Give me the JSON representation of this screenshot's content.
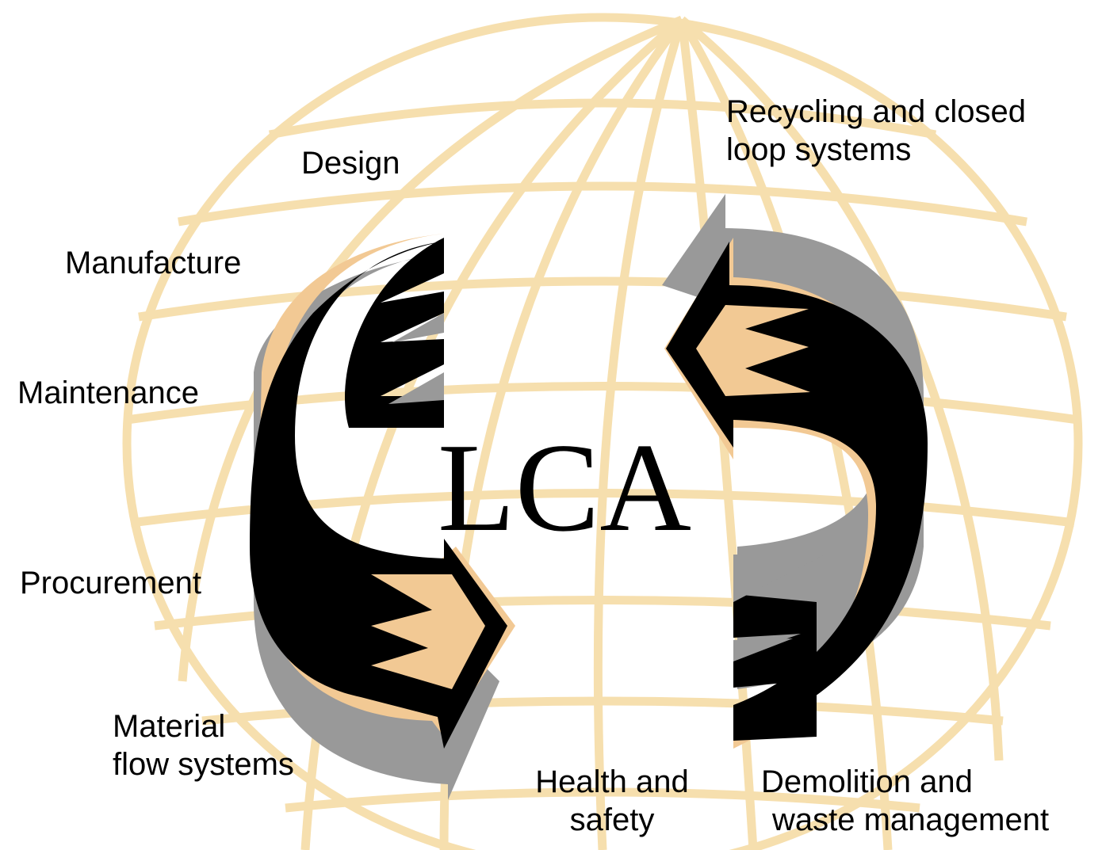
{
  "diagram": {
    "center_label": "LCA",
    "labels": {
      "design": "Design",
      "manufacture": "Manufacture",
      "maintenance": "Maintenance",
      "procurement": "Procurement",
      "material_1": "Material",
      "material_2": "flow systems",
      "health_1": "Health and",
      "health_2": "safety",
      "demolition_1": "Demolition and",
      "demolition_2": "waste management",
      "recycling_1": "Recycling and closed",
      "recycling_2": "loop systems"
    },
    "colors": {
      "globe_line": "#F6DFAE",
      "arrow_black": "#000000",
      "arrow_tan": "#F2C994",
      "arrow_shadow": "#999999"
    },
    "icons": {
      "background": "globe-icon",
      "left": "curved-arrow-icon",
      "right": "curved-arrow-icon"
    }
  }
}
